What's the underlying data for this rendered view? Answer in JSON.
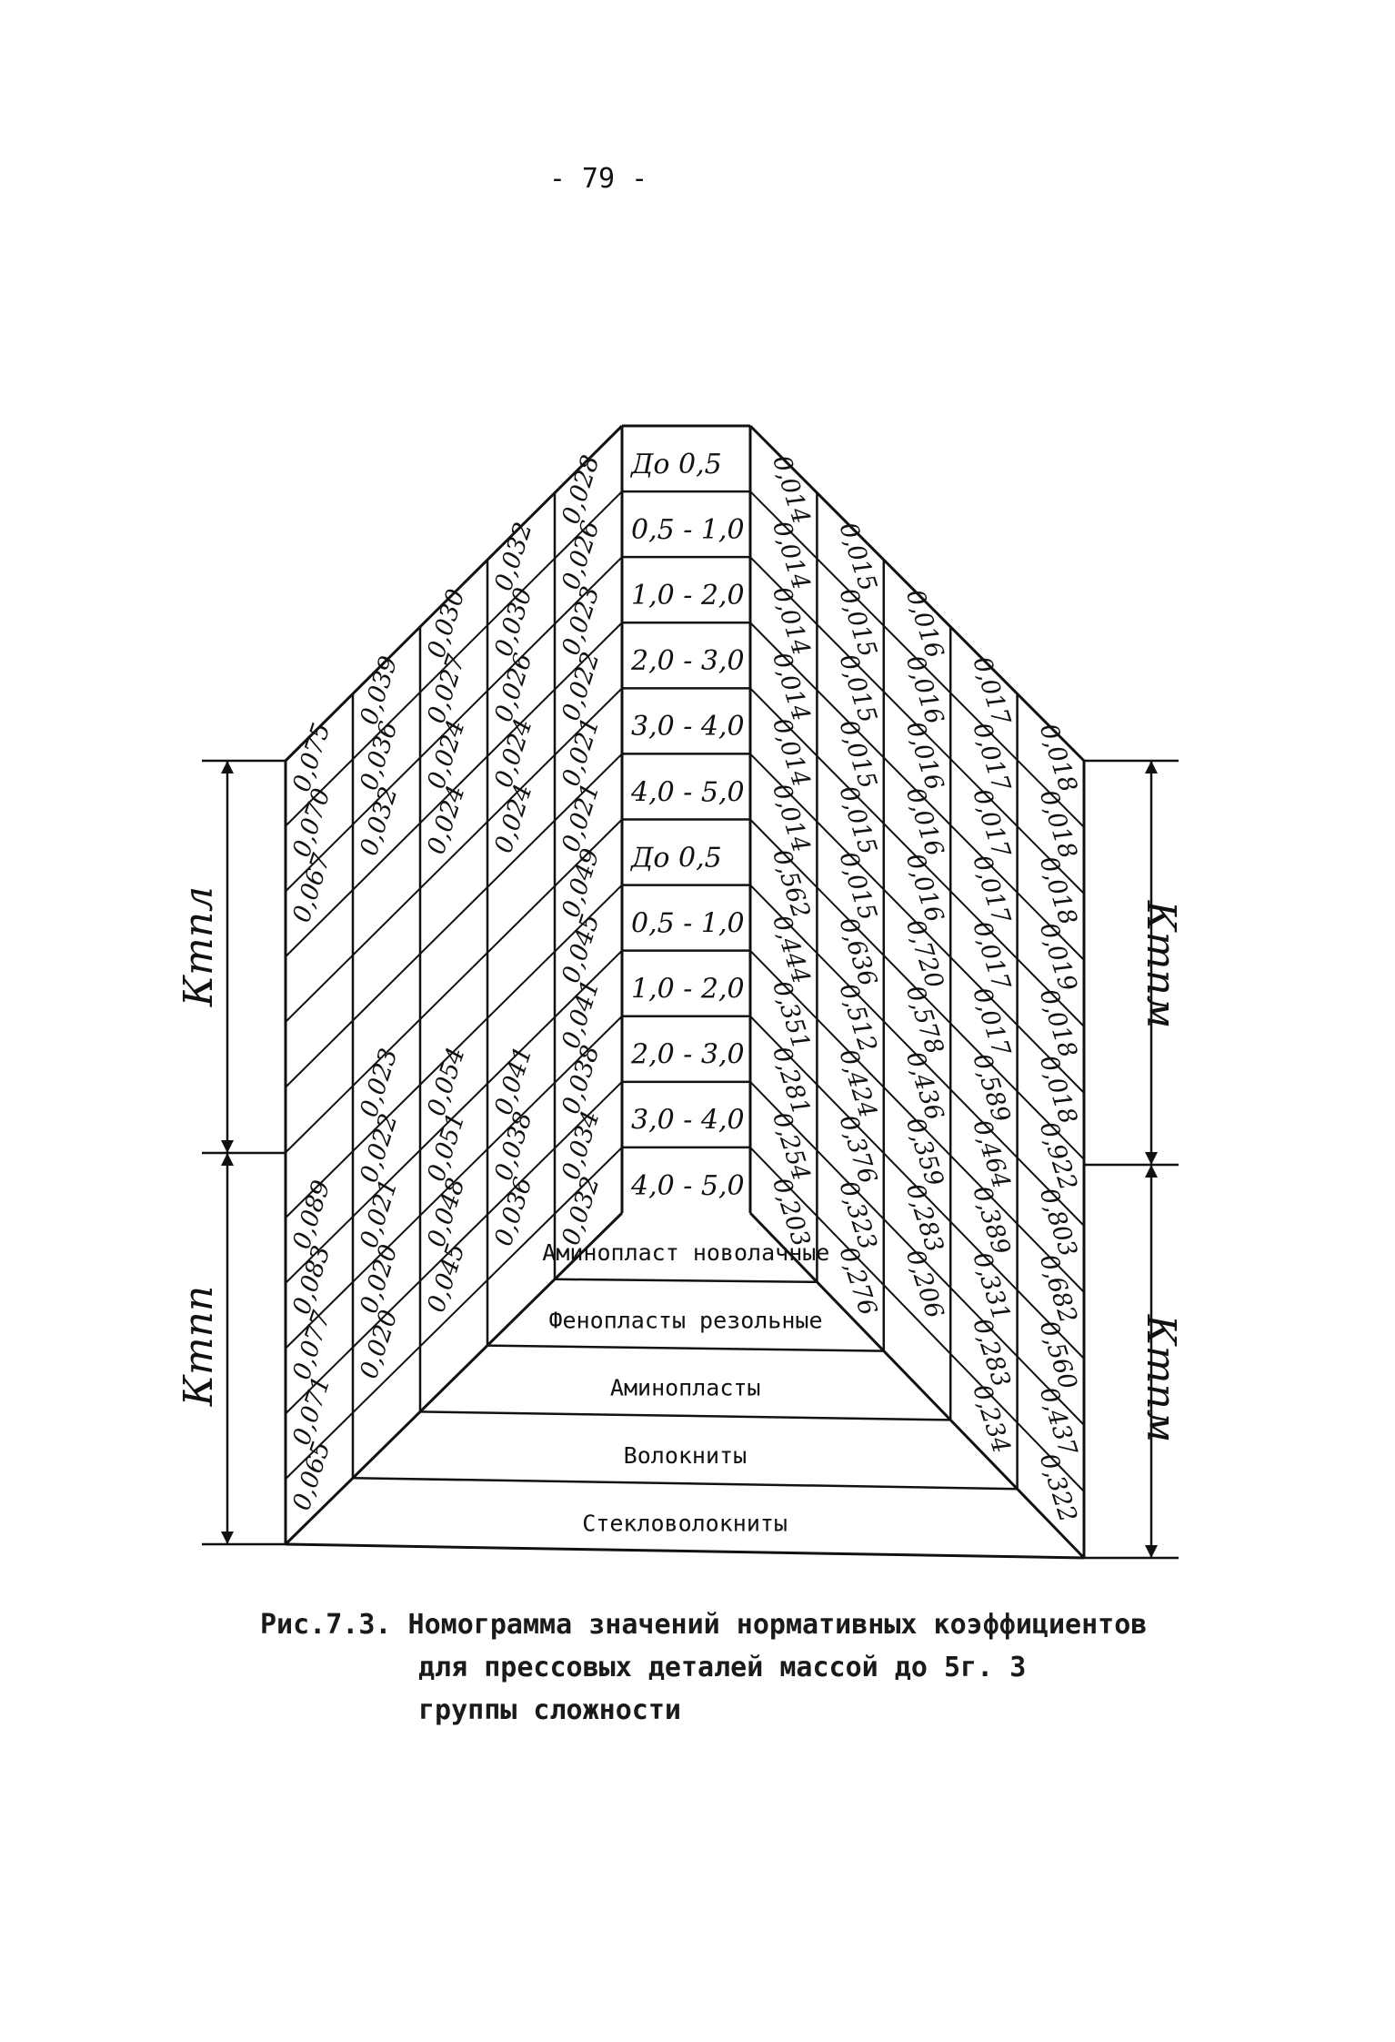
{
  "page_number": "- 79 -",
  "ranges": [
    "До 0,5",
    "0,5 - 1,0",
    "1,0 - 2,0",
    "2,0 - 3,0",
    "3,0 - 4,0",
    "4,0 - 5,0",
    "До 0,5",
    "0,5 - 1,0",
    "1,0 - 2,0",
    "2,0 - 3,0",
    "3,0 - 4,0",
    "4,0 - 5,0"
  ],
  "left_columns": [
    [
      "0,075",
      "0,070",
      "0,067",
      "",
      "",
      "",
      "",
      "0,089",
      "0,083",
      "0,077",
      "0,071",
      "0,065"
    ],
    [
      "0,039",
      "0,036",
      "0,032",
      "",
      "",
      "",
      "0,023",
      "0,022",
      "0,021",
      "0,020",
      "0,020"
    ],
    [
      "0,030",
      "0,027",
      "0,024",
      "0,024",
      "",
      "",
      "",
      "0,054",
      "0,051",
      "0,048",
      "0,045"
    ],
    [
      "0,032",
      "0,030",
      "0,026",
      "0,024",
      "0,024",
      "",
      "",
      "",
      "0,041",
      "0,038",
      "0,036"
    ],
    [
      "0,028",
      "0,026",
      "0,023",
      "0,022",
      "0,021",
      "0,021",
      "0,049",
      "0,045",
      "0,041",
      "0,038",
      "0,034",
      "0,032"
    ]
  ],
  "right_columns": [
    [
      "0,014",
      "0,014",
      "0,014",
      "0,014",
      "0,014",
      "0,014",
      "0,562",
      "0,444",
      "0,351",
      "0,281",
      "0,254",
      "0,203"
    ],
    [
      "0,015",
      "0,015",
      "0,015",
      "0,015",
      "0,015",
      "0,015",
      "0,636",
      "0,512",
      "0,424",
      "0,376",
      "0,323",
      "0,276"
    ],
    [
      "0,016",
      "0,016",
      "0,016",
      "0,016",
      "0,016",
      "0,720",
      "0,578",
      "0,436",
      "0,359",
      "0,283",
      "0,206"
    ],
    [
      "0,017",
      "0,017",
      "0,017",
      "0,017",
      "0,017",
      "0,017",
      "0,589",
      "0,464",
      "0,389",
      "0,331",
      "0,283",
      "0,234"
    ],
    [
      "0,018",
      "0,018",
      "0,018",
      "0,019",
      "0,018",
      "0,018",
      "0,922",
      "0,803",
      "0,682",
      "0,560",
      "0,437",
      "0,322"
    ]
  ],
  "materials": [
    "Аминопласт новолачные",
    "Фенопласты резольные",
    "Аминопласты",
    "Волокниты",
    "Стекловолокниты"
  ],
  "k_labels": {
    "left_top": "Ктпл",
    "left_bottom": "Ктпп",
    "right_top": "Ктпм",
    "right_bottom": "Ктпм"
  },
  "caption": {
    "line1": "Рис.7.3. Номограмма значений нормативных коэффициентов",
    "line2": "для прессовых деталей массой до 5г. 3",
    "line3": "группы сложности"
  }
}
